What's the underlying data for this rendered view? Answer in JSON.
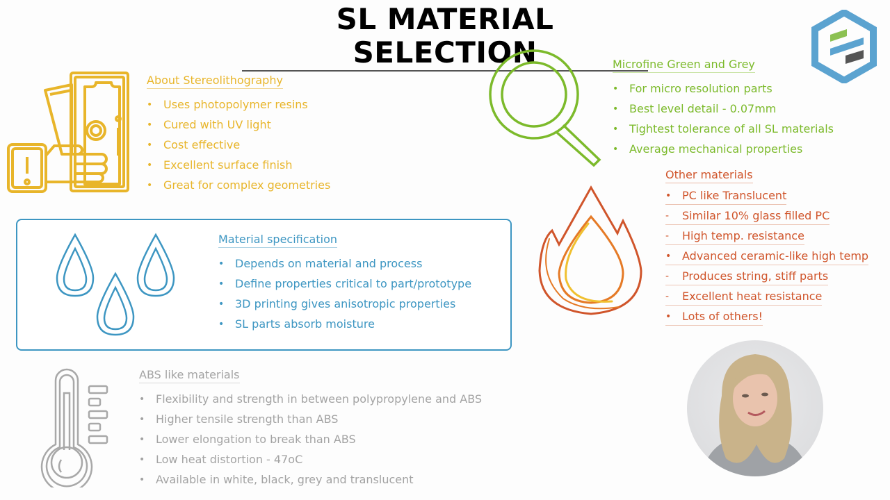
{
  "title": "SL MATERIAL SELECTION",
  "logo": {
    "icon": "hexagon-brand-logo-icon",
    "colors": {
      "hex": "#5ba3d0",
      "green_bar": "#8cc152",
      "blue_bar": "#5ba3d0",
      "dark_bar": "#555555"
    }
  },
  "about": {
    "icon": "money-hand-icon",
    "color": "#e8b52a",
    "heading": "About Stereolithography",
    "items": [
      {
        "bullet": "•",
        "text": "Uses photopolymer resins"
      },
      {
        "bullet": "•",
        "text": "Cured with UV light"
      },
      {
        "bullet": "•",
        "text": "Cost effective"
      },
      {
        "bullet": "•",
        "text": "Excellent surface finish"
      },
      {
        "bullet": "•",
        "text": "Great for complex geometries"
      }
    ]
  },
  "microfine": {
    "icon": "magnifier-icon",
    "color": "#7cba2b",
    "heading": "Microfine Green and Grey",
    "items": [
      {
        "bullet": "•",
        "text": "For micro resolution parts"
      },
      {
        "bullet": "•",
        "text": "Best level detail - 0.07mm"
      },
      {
        "bullet": "•",
        "text": "Tightest tolerance of all SL materials"
      },
      {
        "bullet": "•",
        "text": "Average mechanical properties"
      }
    ]
  },
  "other": {
    "icon": "flame-icon",
    "color": "#d0552b",
    "heading": "Other materials",
    "items": [
      {
        "bullet": "•",
        "text": "PC like Translucent"
      },
      {
        "bullet": "-",
        "text": "Similar 10% glass filled PC"
      },
      {
        "bullet": "-",
        "text": "High temp. resistance"
      },
      {
        "bullet": "•",
        "text": "Advanced ceramic-like high temp"
      },
      {
        "bullet": "-",
        "text": "Produces string, stiff parts"
      },
      {
        "bullet": "-",
        "text": "Excellent heat resistance"
      },
      {
        "bullet": "•",
        "text": "Lots of others!"
      }
    ]
  },
  "spec": {
    "icon": "water-drops-icon",
    "color": "#3d96c2",
    "heading": "Material specification",
    "items": [
      {
        "bullet": "•",
        "text": "Depends on material and process"
      },
      {
        "bullet": "•",
        "text": "Define properties critical to part/prototype"
      },
      {
        "bullet": "•",
        "text": "3D printing gives anisotropic properties"
      },
      {
        "bullet": "•",
        "text": "SL parts absorb moisture"
      }
    ]
  },
  "abs": {
    "icon": "thermometer-icon",
    "color": "#a3a3a3",
    "heading": "ABS like materials",
    "items": [
      {
        "bullet": "•",
        "text": "Flexibility and strength in between polypropylene and ABS"
      },
      {
        "bullet": "•",
        "text": "Higher tensile strength than ABS"
      },
      {
        "bullet": "•",
        "text": "Lower elongation to break than ABS"
      },
      {
        "bullet": "•",
        "text": "Low heat distortion  -  47oC"
      },
      {
        "bullet": "•",
        "text": "Available in white, black, grey and translucent"
      }
    ]
  },
  "presenter": {
    "icon": "presenter-avatar"
  }
}
